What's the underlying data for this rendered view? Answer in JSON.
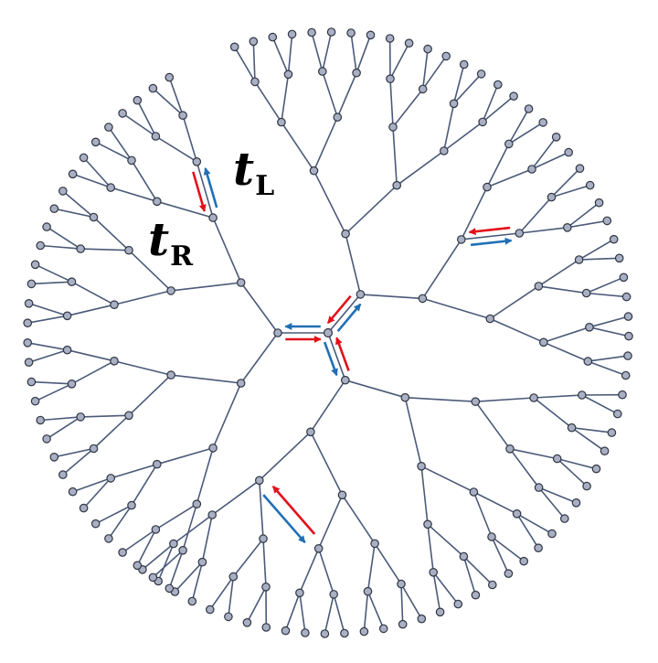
{
  "diagram": {
    "type": "bethe-lattice",
    "root_coordination": 3,
    "branching": 2,
    "generations": 6,
    "colors": {
      "edge": "#4a5a78",
      "node_fill": "#a9b0c3",
      "node_stroke": "#2f3543",
      "hop_forward": "#1f6fb6",
      "hop_backward": "#e3101a"
    }
  },
  "labels": {
    "t_left": {
      "symbol": "t",
      "subscript": "L"
    },
    "t_right": {
      "symbol": "t",
      "subscript": "R"
    }
  }
}
